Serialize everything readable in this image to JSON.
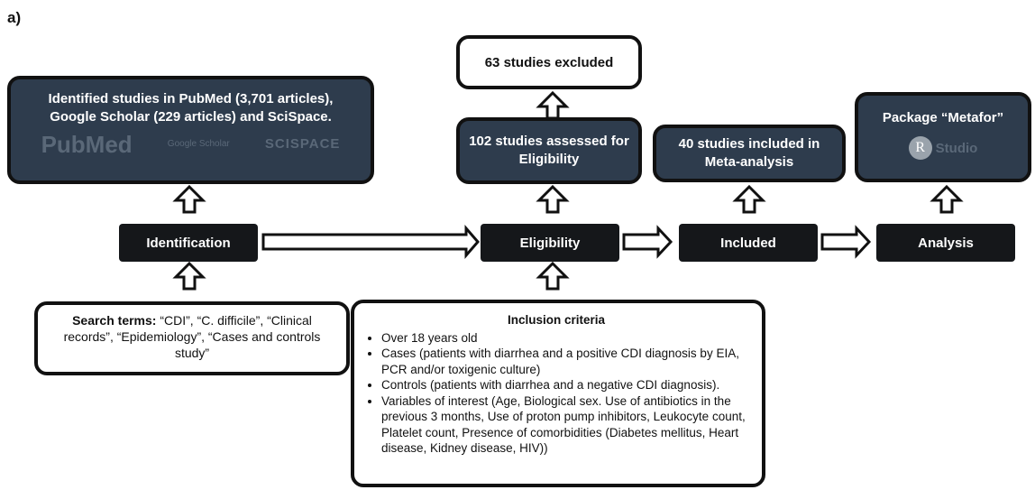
{
  "panel_label": "a)",
  "stages": {
    "identification": "Identification",
    "eligibility": "Eligibility",
    "included": "Included",
    "analysis": "Analysis"
  },
  "boxes": {
    "identified": "Identified studies in PubMed (3,701 articles), Google Scholar (229 articles) and SciSpace.",
    "excluded": "63 studies excluded",
    "assessed": "102 studies assessed for Eligibility",
    "included": "40 studies included in Meta-analysis",
    "package": "Package “Metafor”"
  },
  "logos": {
    "pubmed": "PubMed",
    "scholar": "Google Scholar",
    "scispace": "SCISPACE",
    "rstudio_r": "R",
    "rstudio_text": "Studio"
  },
  "search": {
    "label": "Search terms:",
    "text": " “CDI”, “C. difficile”, “Clinical records”, “Epidemiology”, “Cases and controls study”"
  },
  "inclusion": {
    "title": "Inclusion criteria",
    "items": [
      "Over 18 years old",
      "Cases (patients with diarrhea and a positive CDI diagnosis by EIA, PCR and/or toxigenic culture)",
      "Controls (patients with diarrhea and a negative CDI diagnosis).",
      "Variables of interest (Age, Biological sex. Use of antibiotics in the previous 3 months, Use of proton pump inhibitors, Leukocyte count, Platelet count, Presence of comorbidities (Diabetes mellitus, Heart disease, Kidney disease, HIV))"
    ]
  }
}
